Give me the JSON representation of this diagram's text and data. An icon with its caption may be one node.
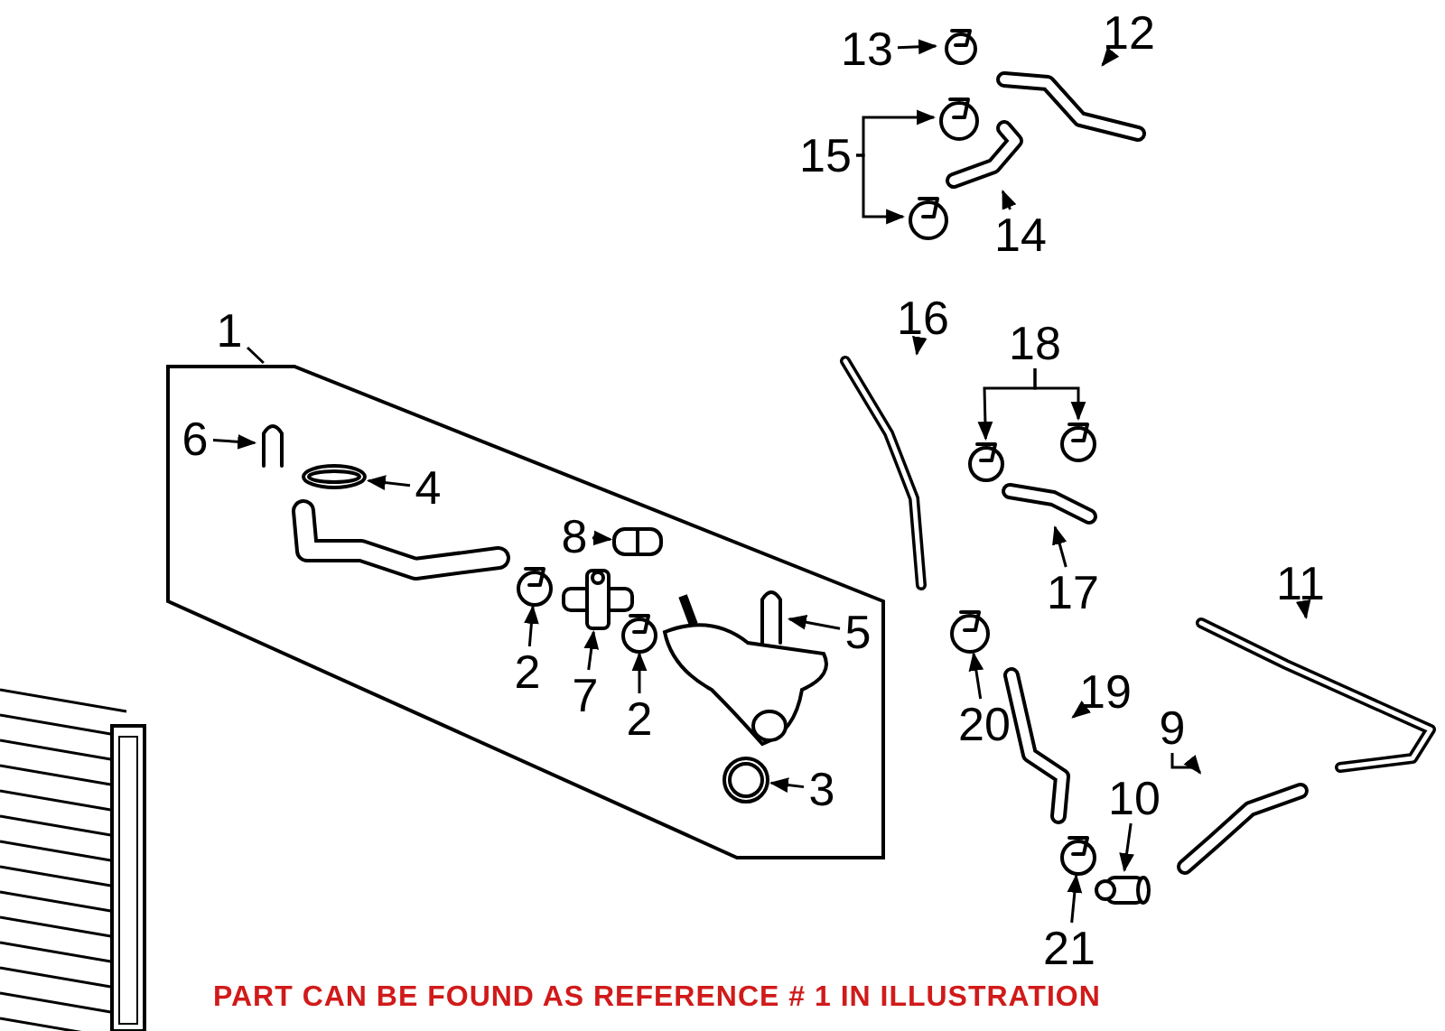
{
  "diagram": {
    "nodes": [
      {
        "text": [
          "13"
        ]
      },
      {
        "text": [],
        "shape": "circle"
      },
      {
        "text": [
          "12"
        ]
      },
      {
        "text": [],
        "shape": "picture"
      },
      {
        "text": [
          "15"
        ]
      },
      {
        "text": [],
        "shape": "circle"
      },
      {
        "text": [],
        "shape": "circle"
      },
      {
        "text": [
          "14"
        ]
      },
      {
        "text": [],
        "shape": "picture"
      },
      {
        "text": [
          "1"
        ]
      },
      {
        "text": [],
        "shape": "box"
      },
      {
        "text": [
          "6"
        ],
        "in": 10
      },
      {
        "text": [],
        "shape": "picture",
        "in": 10
      },
      {
        "text": [
          "4"
        ],
        "in": 10
      },
      {
        "text": [],
        "shape": "picture",
        "in": 10
      },
      {
        "text": [
          "8"
        ],
        "in": 10
      },
      {
        "text": [],
        "shape": "picture",
        "in": 10
      },
      {
        "text": [
          "2"
        ],
        "in": 10
      },
      {
        "text": [],
        "shape": "circle",
        "in": 10
      },
      {
        "text": [
          "7"
        ],
        "in": 10
      },
      {
        "text": [],
        "shape": "picture",
        "in": 10
      },
      {
        "text": [
          "2"
        ],
        "in": 10
      },
      {
        "text": [],
        "shape": "circle",
        "in": 10
      },
      {
        "text": [
          "5"
        ],
        "in": 10
      },
      {
        "text": [],
        "shape": "picture",
        "in": 10
      },
      {
        "text": [
          "3"
        ],
        "in": 10
      },
      {
        "text": [],
        "shape": "picture",
        "in": 10
      },
      {
        "text": [
          "16"
        ]
      },
      {
        "text": [],
        "shape": "picture"
      },
      {
        "text": [
          "18"
        ]
      },
      {
        "text": [],
        "shape": "circle"
      },
      {
        "text": [],
        "shape": "circle"
      },
      {
        "text": [
          "17"
        ]
      },
      {
        "text": [],
        "shape": "picture"
      },
      {
        "text": [
          "11"
        ]
      },
      {
        "text": [],
        "shape": "picture"
      },
      {
        "text": [
          "20"
        ]
      },
      {
        "text": [],
        "shape": "circle"
      },
      {
        "text": [
          "19"
        ]
      },
      {
        "text": [],
        "shape": "picture"
      },
      {
        "text": [
          "9"
        ]
      },
      {
        "text": [],
        "shape": "picture"
      },
      {
        "text": [
          "10"
        ]
      },
      {
        "text": [],
        "shape": "cylinder"
      },
      {
        "text": [
          "21"
        ]
      },
      {
        "text": [],
        "shape": "circle"
      }
    ],
    "edges": [
      {
        "from": 0,
        "to": 1,
        "arrow": "to"
      },
      {
        "from": 2,
        "to": 3,
        "arrow": "to"
      },
      {
        "from": 4,
        "to": 5,
        "arrow": "to"
      },
      {
        "from": 4,
        "to": 6,
        "arrow": "to"
      },
      {
        "from": 7,
        "to": 8,
        "arrow": "to"
      },
      {
        "from": 9,
        "to": 10,
        "arrow": "none"
      },
      {
        "from": 11,
        "to": 12,
        "arrow": "to"
      },
      {
        "from": 13,
        "to": 14,
        "arrow": "to"
      },
      {
        "from": 15,
        "to": 16,
        "arrow": "to"
      },
      {
        "from": 17,
        "to": 18,
        "arrow": "to"
      },
      {
        "from": 19,
        "to": 20,
        "arrow": "to"
      },
      {
        "from": 21,
        "to": 22,
        "arrow": "to"
      },
      {
        "from": 23,
        "to": 24,
        "arrow": "to"
      },
      {
        "from": 25,
        "to": 26,
        "arrow": "to"
      },
      {
        "from": 27,
        "to": 28,
        "arrow": "to"
      },
      {
        "from": 29,
        "to": 30,
        "arrow": "to"
      },
      {
        "from": 29,
        "to": 31,
        "arrow": "to"
      },
      {
        "from": 32,
        "to": 33,
        "arrow": "to"
      },
      {
        "from": 34,
        "to": 35,
        "arrow": "to"
      },
      {
        "from": 36,
        "to": 37,
        "arrow": "to"
      },
      {
        "from": 38,
        "to": 39,
        "arrow": "to"
      },
      {
        "from": 40,
        "to": 41,
        "arrow": "to"
      },
      {
        "from": 42,
        "to": 43,
        "arrow": "to"
      },
      {
        "from": 44,
        "to": 45,
        "arrow": "to"
      }
    ],
    "labels": [
      "PART CAN BE FOUND AS REFERENCE # 1 IN ILLUSTRATION"
    ]
  }
}
